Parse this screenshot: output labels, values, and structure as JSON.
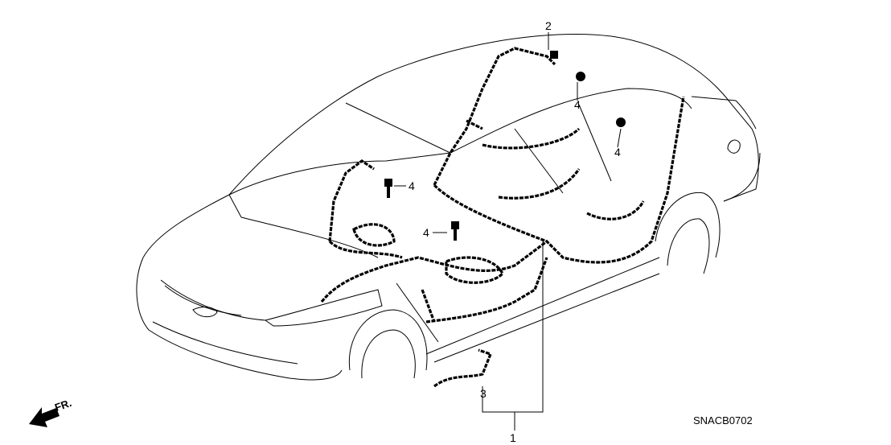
{
  "diagram": {
    "code": "SNACB0702",
    "direction_label": "FR.",
    "callouts": [
      {
        "id": "c2",
        "label": "2"
      },
      {
        "id": "c4a",
        "label": "4"
      },
      {
        "id": "c4b",
        "label": "4"
      },
      {
        "id": "c4c",
        "label": "4"
      },
      {
        "id": "c4d",
        "label": "4"
      },
      {
        "id": "c3",
        "label": "3"
      },
      {
        "id": "c1",
        "label": "1"
      }
    ]
  }
}
